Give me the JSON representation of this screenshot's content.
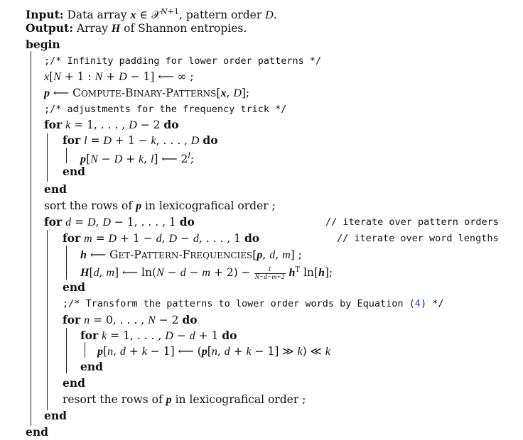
{
  "lines": [
    "Input: Data array x ∈ 𝒳^{N+1}, pattern order D.",
    "Output: Array H of Shannon entropies.",
    "begin",
    ";/* Infinity padding for lower order patterns */",
    "x[N + 1 : N + D − 1] ⟵ ∞ ;",
    "p ⟵ Compute-Binary-Patterns[x, D];",
    ";/* adjustments for the frequency trick */",
    "for k = 1, . . . , D − 2 do",
    "for l = D + 1 − k, . . . , D do",
    "p[N − D + k, l] ⟵ 2^l;",
    "end",
    "end",
    "sort the rows of p in lexicografical order ;",
    "for d = D, D − 1, . . . , 1 do",
    "// iterate over pattern orders",
    "for m = D + 1 − d, D − d, . . . , 1 do",
    "// iterate over word lengths",
    "h ⟵ Get-Pattern-Frequencies[p, d, m] ;",
    "H[d, m] ⟵ ln(N − d − m + 2) − 1/(N−d−m+2) h^T ln[h];",
    "end",
    ";/* Transform the patterns to lower order words by Equation (4) */",
    "for n = 0, . . . , N − 2 do",
    "for k = 1, . . . , D − d + 1 do",
    "p[n, d + k − 1] ⟵ (p[n, d + k − 1] ≫ k) ≪ k",
    "end",
    "end",
    "resort the rows of p in lexicografical order ;",
    "end",
    "end"
  ]
}
